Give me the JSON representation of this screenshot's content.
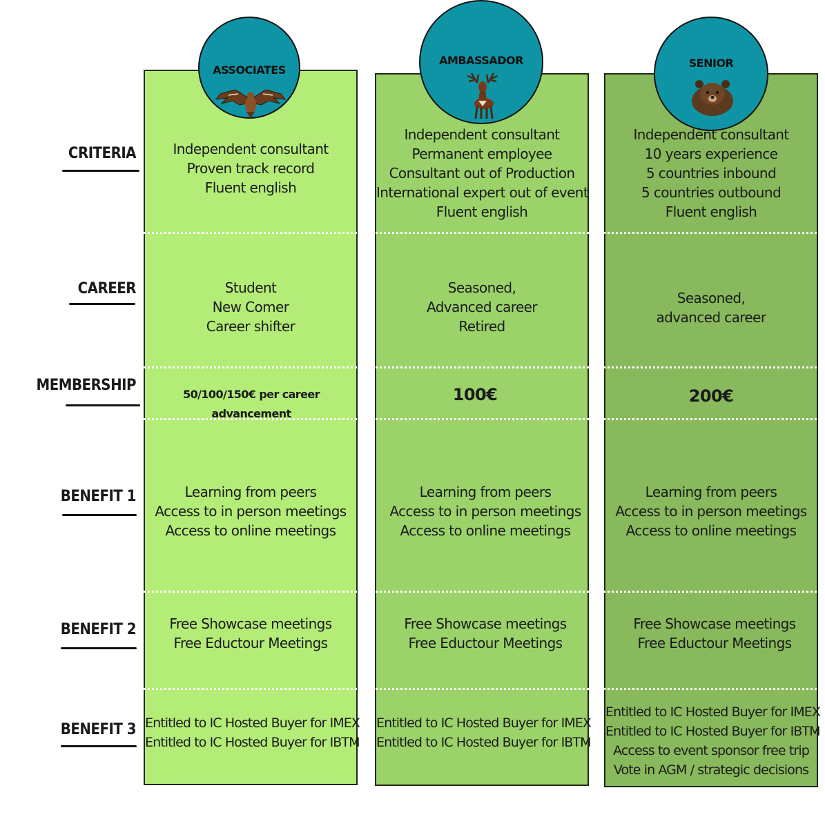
{
  "rows": {
    "criteria": "CRITERIA",
    "career": "CAREER",
    "membership": "MEMBERSHIP",
    "benefit1": "BENEFIT 1",
    "benefit2": "BENEFIT 2",
    "benefit3": "BENEFIT 3"
  },
  "tiers": [
    {
      "name": "ASSOCIATES",
      "icon": "eagle-icon",
      "criteria": [
        "Independent consultant",
        "Proven track record",
        "Fluent english"
      ],
      "career": [
        "Student",
        "New Comer",
        "Career shifter"
      ],
      "membership": "50/100/150€ per career advancement",
      "benefit1": [
        "Learning from peers",
        "Access to in person meetings",
        "Access to online meetings"
      ],
      "benefit2": [
        "Free Showcase meetings",
        "Free Eductour Meetings"
      ],
      "benefit3": [
        "Entitled to IC Hosted Buyer for IMEX",
        "Entitled to IC Hosted Buyer for IBTM"
      ]
    },
    {
      "name": "AMBASSADOR",
      "icon": "deer-icon",
      "criteria": [
        "Independent consultant",
        "Permanent employee",
        "Consultant out of Production",
        "International expert out of event",
        "Fluent english"
      ],
      "career": [
        "Seasoned,",
        "Advanced career",
        "Retired"
      ],
      "membership": "100€",
      "benefit1": [
        "Learning from peers",
        "Access to in person meetings",
        "Access to online meetings"
      ],
      "benefit2": [
        "Free Showcase meetings",
        "Free Eductour Meetings"
      ],
      "benefit3": [
        "Entitled to IC Hosted Buyer for IMEX",
        "Entitled to IC Hosted Buyer for IBTM"
      ]
    },
    {
      "name": "SENIOR",
      "icon": "bear-icon",
      "criteria": [
        "Independent consultant",
        "10 years experience",
        "5 countries inbound",
        "5 countries outbound",
        "Fluent english"
      ],
      "career": [
        "Seasoned,",
        "advanced career"
      ],
      "membership": "200€",
      "benefit1": [
        "Learning from peers",
        "Access to in person meetings",
        "Access to online meetings"
      ],
      "benefit2": [
        "Free Showcase meetings",
        "Free Eductour Meetings"
      ],
      "benefit3": [
        "Entitled to IC Hosted Buyer for IMEX",
        "Entitled to IC Hosted Buyer for IBTM",
        "Access to event sponsor free trip",
        "Vote in AGM / strategic decisions"
      ]
    }
  ],
  "colors": {
    "badge": "#0f94a5",
    "associates": "#b4ec78",
    "ambassador": "#9bd36a",
    "senior": "#88b95c"
  }
}
